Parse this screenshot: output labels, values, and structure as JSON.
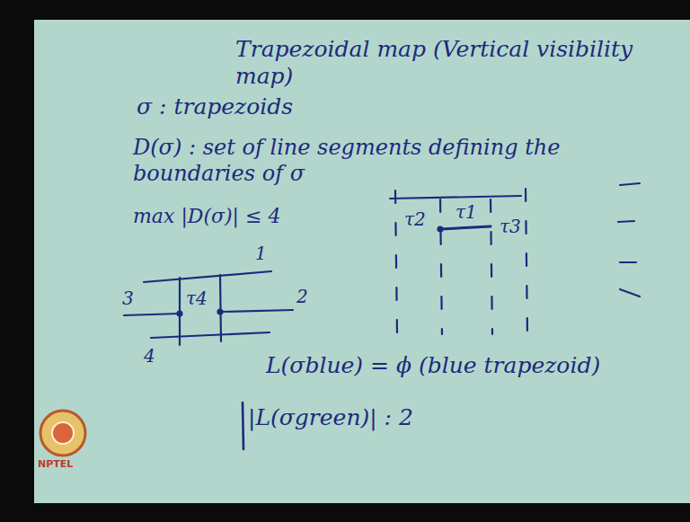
{
  "diagram": {
    "title": "Trapezoidal map (Vertical visibility map)",
    "labels": [
      "σ : trapezoids",
      "D(σ) : set of line segments defining the boundaries of σ",
      "max |D(σ)| ≤ 4",
      "1",
      "2",
      "3",
      "4",
      "τ4",
      "τ2",
      "τ1",
      "τ3",
      "L(σblue) = ϕ (blue trapezoid)",
      "|L(σgreen)| : 2",
      "NPTEL"
    ]
  }
}
